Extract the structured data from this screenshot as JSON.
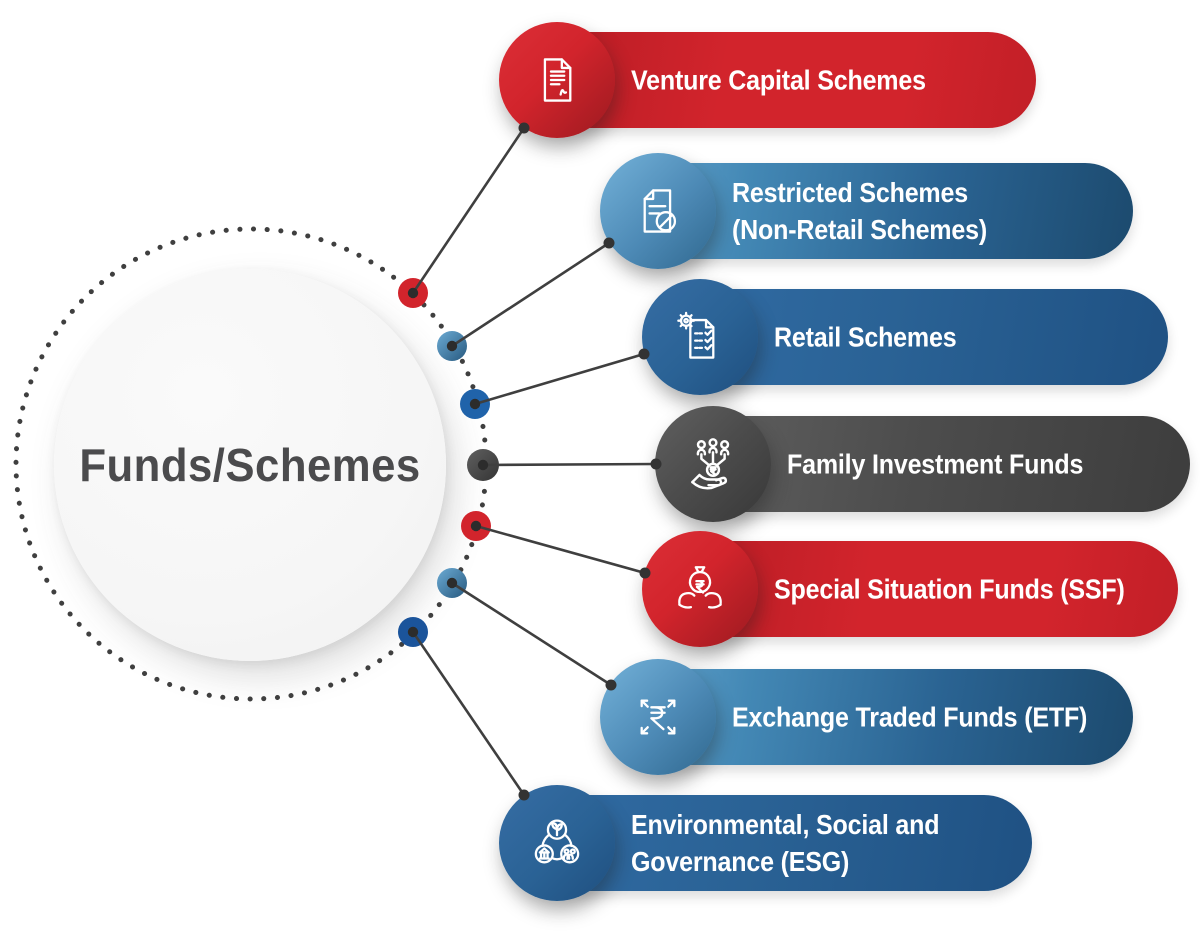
{
  "diagram": {
    "title": "Funds/Schemes",
    "items": [
      {
        "id": "venture-capital-schemes",
        "label": "Venture Capital Schemes",
        "lines": [
          "Venture Capital Schemes"
        ],
        "icon": "signed-document-icon",
        "theme": "red",
        "accent_color": "#d2242c"
      },
      {
        "id": "restricted-schemes",
        "label": "Restricted Schemes (Non-Retail Schemes)",
        "lines": [
          "Restricted Schemes",
          "(Non-Retail Schemes)"
        ],
        "icon": "restricted-document-icon",
        "theme": "steel",
        "accent_color": "#3f7fae"
      },
      {
        "id": "retail-schemes",
        "label": "Retail Schemes",
        "lines": [
          "Retail Schemes"
        ],
        "icon": "approved-checklist-icon",
        "theme": "blue",
        "accent_color": "#2a6295"
      },
      {
        "id": "family-investment-funds",
        "label": "Family Investment Funds",
        "lines": [
          "Family Investment Funds"
        ],
        "icon": "family-fund-hand-icon",
        "theme": "gray",
        "accent_color": "#4a4a4a"
      },
      {
        "id": "special-situation-funds",
        "label": "Special Situation Funds (SSF)",
        "lines": [
          "Special Situation Funds (SSF)"
        ],
        "icon": "hands-money-bag-icon",
        "theme": "red",
        "accent_color": "#d2242c"
      },
      {
        "id": "exchange-traded-funds",
        "label": "Exchange Traded Funds (ETF)",
        "lines": [
          "Exchange Traded Funds (ETF)"
        ],
        "icon": "rupee-expand-arrows-icon",
        "theme": "steel",
        "accent_color": "#3f7fae"
      },
      {
        "id": "esg",
        "label": "Environmental, Social and Governance (ESG)",
        "lines": [
          "Environmental, Social and",
          "Governance (ESG)"
        ],
        "icon": "esg-circles-icon",
        "theme": "blue",
        "accent_color": "#2a6295"
      }
    ]
  },
  "colors": {
    "red": "#d2242c",
    "red_dark": "#9c1a20",
    "blue": "#2a6295",
    "blue_dark": "#1f5183",
    "steel_light": "#67a7d0",
    "steel_dark": "#1c4a6e",
    "gray": "#4d4d4d",
    "gray_dark": "#3a3a3a",
    "ink": "#3f3f3f",
    "title_text": "#4b4b4d",
    "center_fill": "#f6f6f6",
    "banner_text": "#ffffff",
    "background": "#ffffff"
  }
}
